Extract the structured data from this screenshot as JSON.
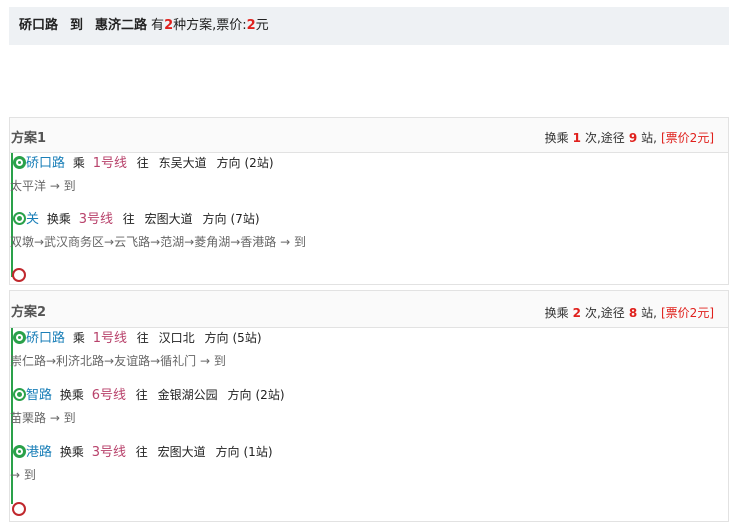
{
  "summary": {
    "origin": "硚口路",
    "to_word": "到",
    "destination": "惠济二路",
    "has_prefix": "有",
    "plan_count": "2",
    "plan_suffix": "种方案,票价:",
    "fare_value": "2",
    "fare_unit": "元"
  },
  "plans": [
    {
      "title": "方案1",
      "stats": {
        "transfer_label": "换乘",
        "transfers": "1",
        "via_label": "次,途径",
        "stops": "9",
        "stops_label": "站,",
        "fare": "[票价2元]"
      },
      "segments": [
        {
          "station": "硚口路",
          "action": "乘",
          "line": "1号线",
          "towards_label": "往",
          "towards": "东吴大道",
          "direction_label": "方向",
          "count": "(2站)",
          "via": "太平洋 → 到"
        },
        {
          "station": "关",
          "action": "换乘",
          "line": "3号线",
          "towards_label": "往",
          "towards": "宏图大道",
          "direction_label": "方向",
          "count": "(7站)",
          "via": "双墩→武汉商务区→云飞路→范湖→菱角湖→香港路 → 到"
        }
      ]
    },
    {
      "title": "方案2",
      "stats": {
        "transfer_label": "换乘",
        "transfers": "2",
        "via_label": "次,途径",
        "stops": "8",
        "stops_label": "站,",
        "fare": "[票价2元]"
      },
      "segments": [
        {
          "station": "硚口路",
          "action": "乘",
          "line": "1号线",
          "towards_label": "往",
          "towards": "汉口北",
          "direction_label": "方向",
          "count": "(5站)",
          "via": "崇仁路→利济北路→友谊路→循礼门 → 到"
        },
        {
          "station": "智路",
          "action": "换乘",
          "line": "6号线",
          "towards_label": "往",
          "towards": "金银湖公园",
          "direction_label": "方向",
          "count": "(2站)",
          "via": "苗栗路 → 到"
        },
        {
          "station": "港路",
          "action": "换乘",
          "line": "3号线",
          "towards_label": "往",
          "towards": "宏图大道",
          "direction_label": "方向",
          "count": "(1站)",
          "via": "→ 到"
        }
      ]
    }
  ],
  "colors": {
    "route_green": "#2aa14a",
    "line_magenta": "#b8426b",
    "station_blue": "#1a7fb8",
    "accent_red": "#e0211d",
    "end_red": "#c0282d"
  },
  "icons": {
    "start": "start-station-icon",
    "transfer": "transfer-station-icon",
    "end": "end-station-icon"
  }
}
